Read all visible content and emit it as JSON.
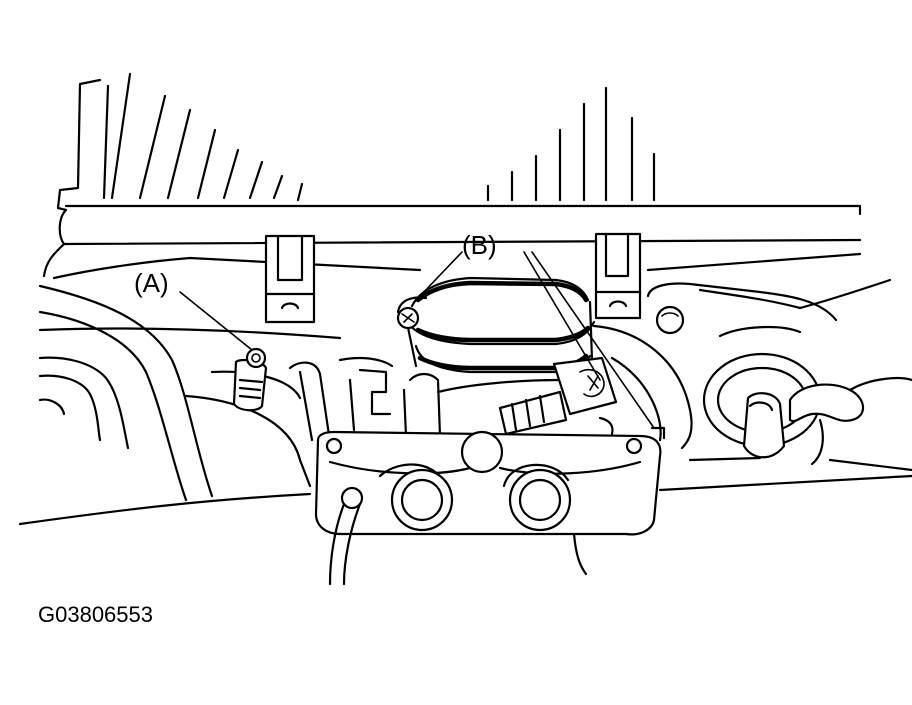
{
  "figure": {
    "callouts": [
      {
        "id": "A",
        "text": "(A)"
      },
      {
        "id": "B",
        "text": "(B)"
      }
    ],
    "figure_code": "G03806553"
  }
}
